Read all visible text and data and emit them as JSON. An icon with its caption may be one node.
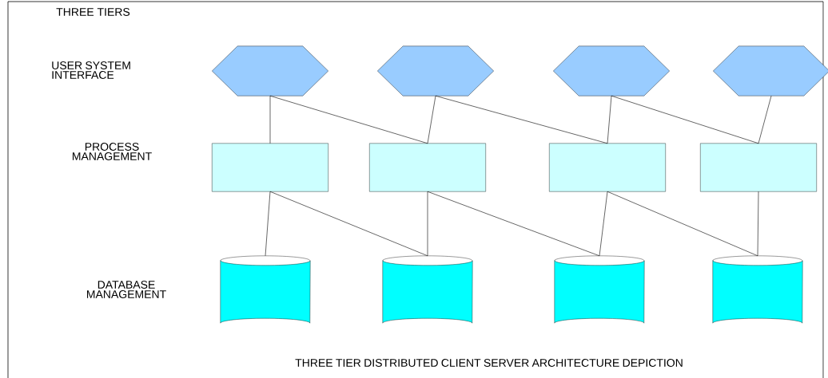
{
  "diagram": {
    "title": "THREE TIERS",
    "caption": "THREE TIER DISTRIBUTED CLIENT SERVER ARCHITECTURE DEPICTION",
    "nodes": [
      {
        "text": [],
        "shape": "hexagon"
      },
      {
        "text": [],
        "shape": "hexagon"
      },
      {
        "text": [],
        "shape": "hexagon"
      },
      {
        "text": [],
        "shape": "hexagon"
      },
      {
        "text": [],
        "shape": "box"
      },
      {
        "text": [],
        "shape": "box"
      },
      {
        "text": [],
        "shape": "box"
      },
      {
        "text": [],
        "shape": "box"
      },
      {
        "text": [],
        "shape": "cylinder"
      },
      {
        "text": [],
        "shape": "cylinder"
      },
      {
        "text": [],
        "shape": "cylinder"
      },
      {
        "text": [],
        "shape": "cylinder"
      }
    ],
    "edges": [
      {
        "from": 0,
        "to": 4,
        "arrow": "none"
      },
      {
        "from": 0,
        "to": 5,
        "arrow": "none"
      },
      {
        "from": 1,
        "to": 5,
        "arrow": "none"
      },
      {
        "from": 1,
        "to": 6,
        "arrow": "none"
      },
      {
        "from": 2,
        "to": 6,
        "arrow": "none"
      },
      {
        "from": 2,
        "to": 7,
        "arrow": "none"
      },
      {
        "from": 3,
        "to": 7,
        "arrow": "none"
      },
      {
        "from": 4,
        "to": 8,
        "arrow": "none"
      },
      {
        "from": 4,
        "to": 9,
        "arrow": "none"
      },
      {
        "from": 5,
        "to": 9,
        "arrow": "none"
      },
      {
        "from": 5,
        "to": 10,
        "arrow": "none"
      },
      {
        "from": 6,
        "to": 10,
        "arrow": "none"
      },
      {
        "from": 6,
        "to": 11,
        "arrow": "none"
      },
      {
        "from": 7,
        "to": 11,
        "arrow": "none"
      }
    ],
    "labels": [
      "USER SYSTEM INTERFACE",
      "PROCESS MANAGEMENT",
      "DATABASE MANAGEMENT"
    ]
  }
}
